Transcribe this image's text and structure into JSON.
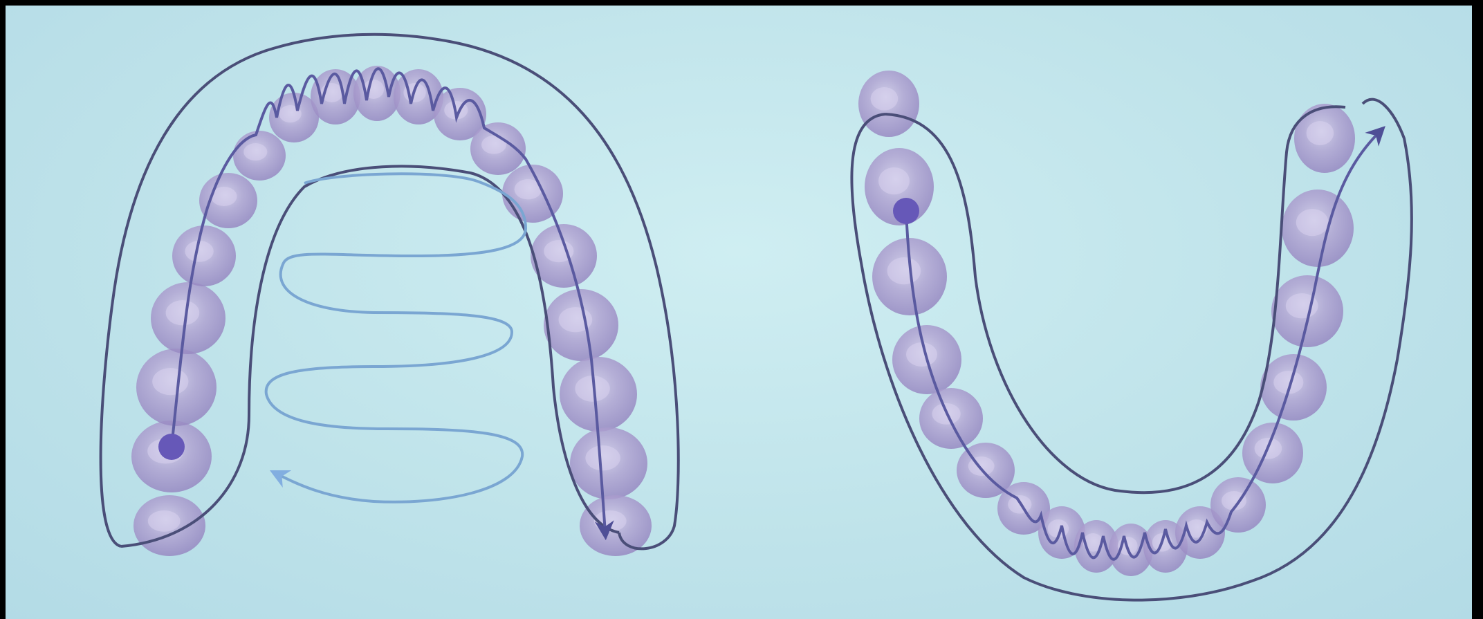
{
  "colors": {
    "background": "#c3e6ec",
    "border": "#000000",
    "tooth_fill": "#a79ac8",
    "tooth_highlight": "#cbc4e4",
    "outline": "#4a4e78",
    "path": "#5a5aa0",
    "start_dot": "#6658b8",
    "tongue_path": "#7aa6d2"
  },
  "diagrams": [
    {
      "id": "upper-arch",
      "start_marker": "dot",
      "end_marker": "arrow",
      "inner_path": "tongue-serpentine"
    },
    {
      "id": "lower-arch",
      "start_marker": "dot",
      "end_marker": "arrow"
    }
  ]
}
